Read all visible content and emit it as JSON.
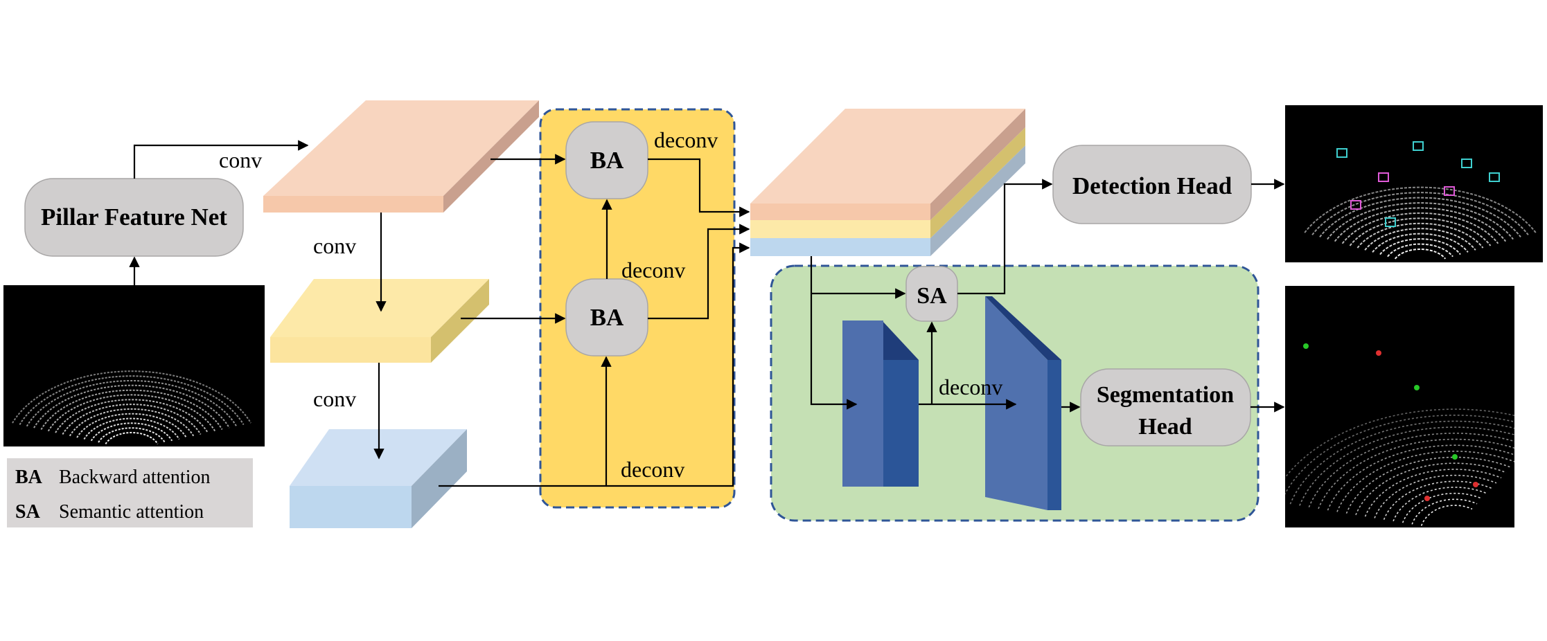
{
  "nodes": {
    "pillar_feature_net": "Pillar Feature Net",
    "ba_top": "BA",
    "ba_mid": "BA",
    "sa": "SA",
    "detection_head": "Detection Head",
    "segmentation_head_line1": "Segmentation",
    "segmentation_head_line2": "Head"
  },
  "edge_labels": {
    "conv_top": "conv",
    "conv_mid": "conv",
    "conv_low": "conv",
    "deconv_top": "deconv",
    "deconv_mid": "deconv",
    "deconv_low": "deconv",
    "deconv_seg": "deconv"
  },
  "legend": [
    {
      "abbr": "BA",
      "text": "Backward attention"
    },
    {
      "abbr": "SA",
      "text": "Semantic attention"
    }
  ],
  "colors": {
    "feature_map_1": "#F8D5BF",
    "feature_map_2": "#FDE9A8",
    "feature_map_3": "#BDD7EE",
    "attention_panel": "#FFD966",
    "segmentation_panel": "#C5E0B4",
    "panel_border": "#2F5597",
    "node_fill": "#D0CECE",
    "deconv_block": "#4F6FAD",
    "legend_bg": "#D9D6D6"
  },
  "icons": {
    "input_point_cloud": "lidar-bev-point-cloud-image",
    "detection_output": "detection-output-point-cloud-image",
    "segmentation_output": "segmentation-output-point-cloud-image"
  }
}
